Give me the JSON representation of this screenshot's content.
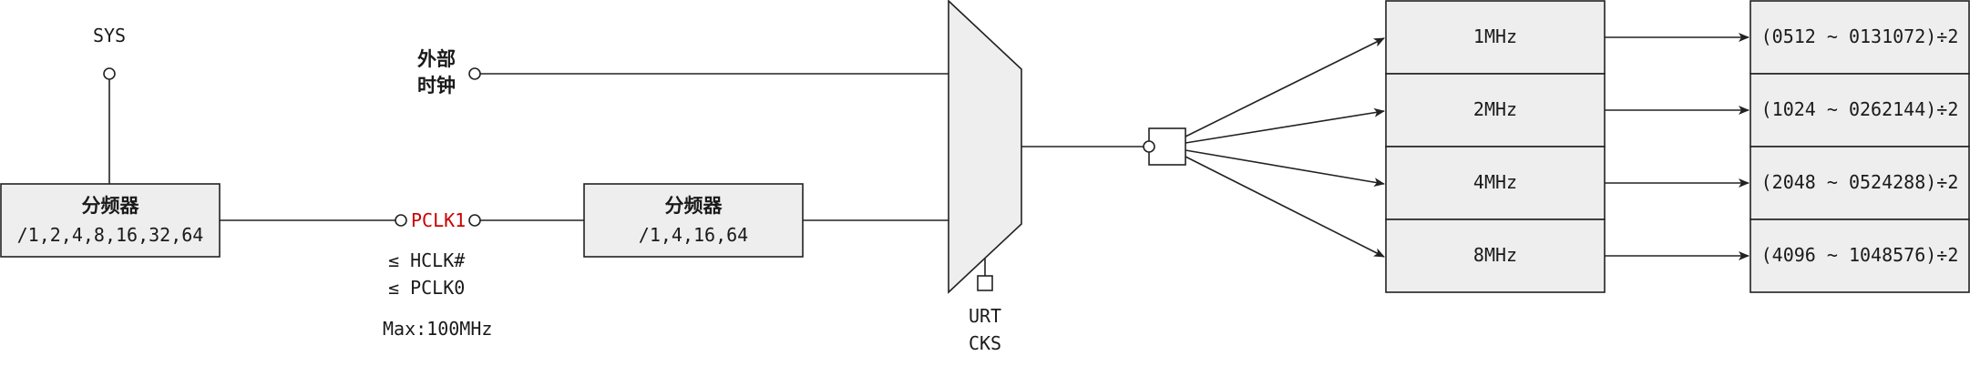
{
  "sys_label": "SYS",
  "divider_left": {
    "title": "分频器",
    "ratios": "/1,2,4,8,16,32,64"
  },
  "pclk": {
    "label": "PCLK1",
    "constraint_1": "≤ HCLK#",
    "constraint_2": "≤ PCLK0",
    "max": "Max:100MHz"
  },
  "external_clock": {
    "line1": "外部",
    "line2": "时钟"
  },
  "divider_mid": {
    "title": "分频器",
    "ratios": "/1,4,16,64"
  },
  "mux_select": {
    "line1": "URT",
    "line2": "CKS"
  },
  "freq_rows": [
    {
      "freq": "1MHz",
      "range": "(0512 ~ 0131072)÷2"
    },
    {
      "freq": "2MHz",
      "range": "(1024 ~ 0262144)÷2"
    },
    {
      "freq": "4MHz",
      "range": "(2048 ~ 0524288)÷2"
    },
    {
      "freq": "8MHz",
      "range": "(4096 ~ 1048576)÷2"
    }
  ],
  "colors": {
    "highlight": "#cc0000",
    "box_fill": "#eeeeee",
    "line": "#222222"
  }
}
